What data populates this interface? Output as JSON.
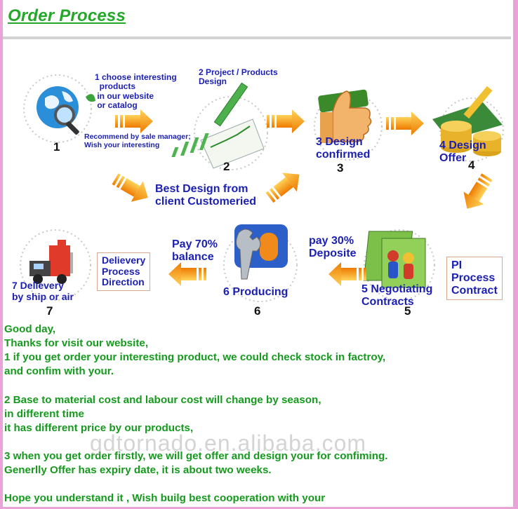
{
  "title": "Order Process",
  "steps": {
    "s1_text": "1 choose interesting\n  products\n in our website\n or catalog",
    "s1_recommend": "Recommend by sale manager;\nWish your interesting",
    "s1_num": "1",
    "s2_text": "2 Project / Products\nDesign",
    "s2_num": "2",
    "s3_text": "3 Design\nconfirmed",
    "s3_num": "3",
    "s4_text": "4 Design\nOffer",
    "s4_num": "4",
    "best_design": "Best Design from\nclient Customeried",
    "pi": "PI\nProcess\nContract",
    "s5_text": "5 Negotiating\nContracts",
    "s5_num": "5",
    "pay30": "pay 30%\nDeposite",
    "s6_text": "6 Producing",
    "s6_num": "6",
    "pay70": "Pay 70%\nbalance",
    "delivery_box": "Delievery\nProcess\nDirection",
    "s7_text": "7 Delievery\nby ship or air",
    "s7_num": "7"
  },
  "body": {
    "l1": "Good day,",
    "l2": "Thanks for visit our website,",
    "l3": "1  if you get order your interesting product, we could check stock in factroy,",
    "l4": "and confim with your.",
    "l5": "2 Base to material cost and labour cost will change by season,",
    "l6": " in different time",
    "l7": "it has different price by our products,",
    "l8": "3 when you get order firstly, we will get offer and design your for confiming.",
    "l9": "Generlly Offer has expiry date, it is about two weeks.",
    "l10": "Hope you understand it , Wish builg best cooperation with your"
  },
  "watermark": "gdtornado.en.alibaba.com",
  "colors": {
    "green": "#159a1e",
    "blue": "#1b1fb3",
    "arrow": "#f59a12",
    "frame": "#e9a3d6"
  }
}
